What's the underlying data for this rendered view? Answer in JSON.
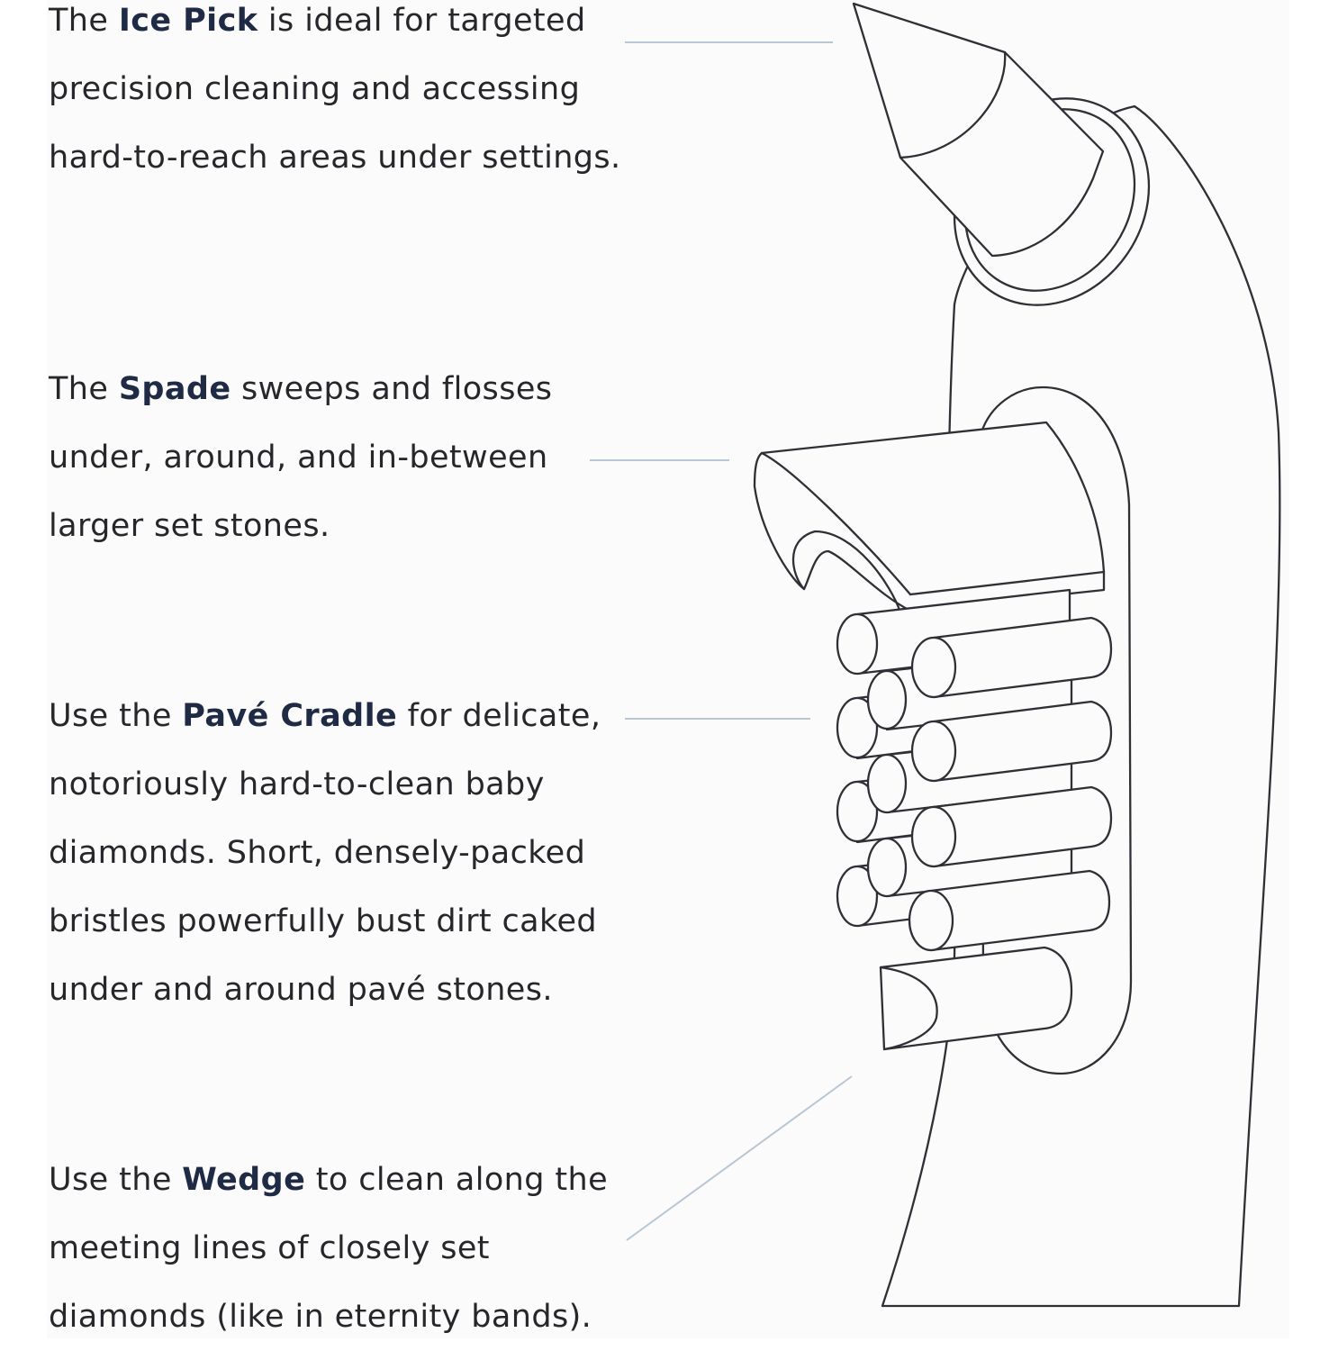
{
  "captions": {
    "ice_pick": {
      "pre": "The ",
      "name": "Ice Pick",
      "post": " is ideal for targeted",
      "line2": "precision cleaning and accessing",
      "line3": "hard-to-reach areas under settings."
    },
    "spade": {
      "pre": "The ",
      "name": "Spade",
      "post": " sweeps and flosses",
      "line2": "under, around, and in-between",
      "line3": "larger set stones."
    },
    "pave_cradle": {
      "pre": "Use the ",
      "name": "Pavé Cradle",
      "post": " for delicate,",
      "line2": "notoriously hard-to-clean baby",
      "line3": "diamonds. Short, densely-packed",
      "line4": "bristles powerfully bust dirt caked",
      "line5": "under and around pavé stones."
    },
    "wedge": {
      "pre": "Use the ",
      "name": "Wedge",
      "post": " to clean along the",
      "line2": "meeting lines of closely set",
      "line3": "diamonds (like in eternity bands)."
    }
  },
  "colors": {
    "text": "#26262b",
    "emphasis": "#1f2a44",
    "outline": "#2f2f35",
    "leader_line": "#b9c6d3",
    "panel": "#fbfbfb"
  }
}
